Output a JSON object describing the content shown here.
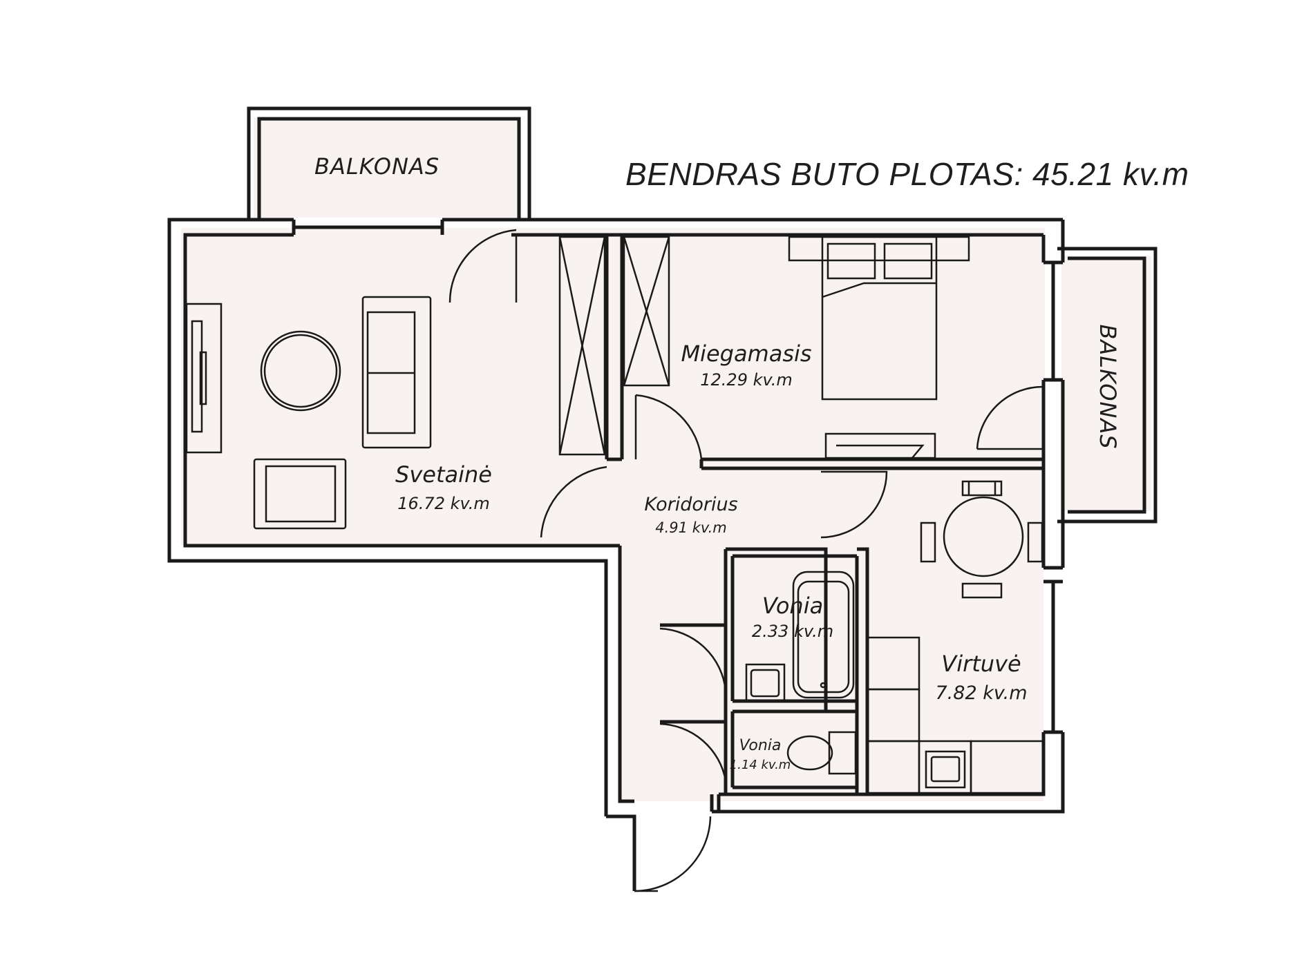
{
  "title": "BENDRAS BUTO PLOTAS: 45.21 kv.m",
  "balconies": {
    "top": "BALKONAS",
    "right": "BALKONAS"
  },
  "rooms": {
    "svetaine": {
      "name": "Svetainė",
      "area": "16.72 kv.m"
    },
    "miegamasis": {
      "name": "Miegamasis",
      "area": "12.29 kv.m"
    },
    "koridorius": {
      "name": "Koridorius",
      "area": "4.91 kv.m"
    },
    "vonia": {
      "name": "Vonia",
      "area": "2.33 kv.m"
    },
    "vonia_small": {
      "name": "Vonia",
      "area": "1.14 kv.m"
    },
    "virtuve": {
      "name": "Virtuvė",
      "area": "7.82 kv.m"
    }
  },
  "colors": {
    "wall": "#1a1a1a",
    "floor": "#f8f2f1",
    "background": "#ffffff"
  }
}
